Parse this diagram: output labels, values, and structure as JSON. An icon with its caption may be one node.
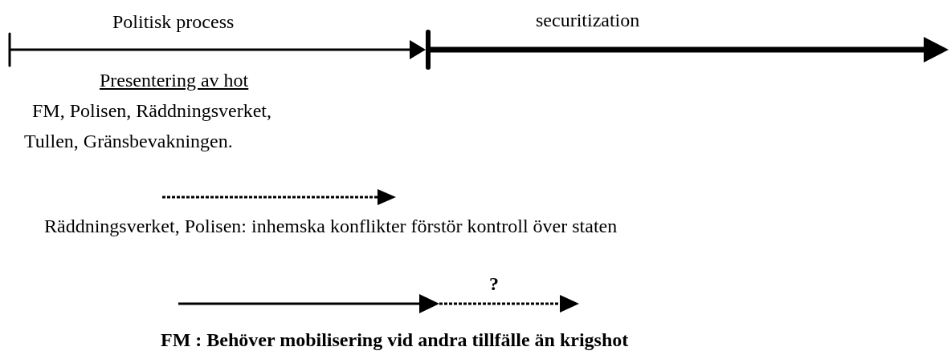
{
  "diagram": {
    "labels": [
      "Politisk process",
      "securitization",
      "Presentering av hot",
      "FM, Polisen, Räddningsverket, Tullen, Gränsbevakningen.",
      "Räddningsverket, Polisen: inhemska konflikter förstör kontroll över staten",
      "?",
      "FM : Behöver mobilisering vid andra tillfälle än krigshot"
    ]
  }
}
